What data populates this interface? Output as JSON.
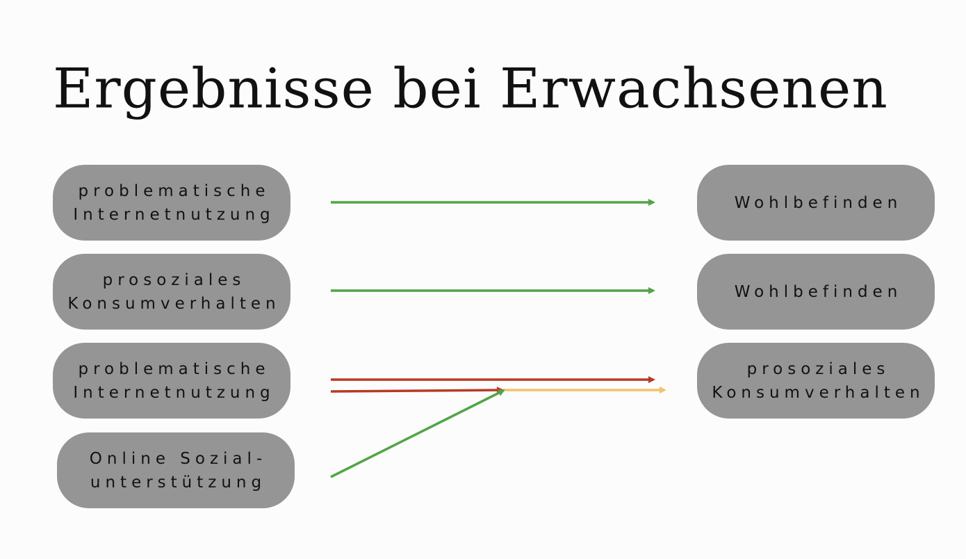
{
  "title": "Ergebnisse bei Erwachsenen",
  "colors": {
    "background": "#fcfcfc",
    "node_fill": "#959595",
    "text": "#121212",
    "arrow_positive": "#52a447",
    "arrow_negative": "#b83a26",
    "arrow_moderated": "#f2c46a"
  },
  "left_nodes": [
    {
      "line1": "problematische",
      "line2": "Internetnutzung"
    },
    {
      "line1": "prosoziales",
      "line2": "Konsumverhalten"
    },
    {
      "line1": "problematische",
      "line2": "Internetnutzung"
    },
    {
      "line1": "Online Sozial-",
      "line2": "unterstützung"
    }
  ],
  "right_nodes": [
    {
      "line1": "Wohlbefinden"
    },
    {
      "line1": "Wohlbefinden"
    },
    {
      "line1": "prosoziales",
      "line2": "Konsumverhalten"
    }
  ],
  "edges": [
    {
      "from": "left_nodes.0",
      "to": "right_nodes.0",
      "color": "arrow_positive"
    },
    {
      "from": "left_nodes.1",
      "to": "right_nodes.1",
      "color": "arrow_positive"
    },
    {
      "from": "left_nodes.2",
      "to": "right_nodes.2",
      "color": "arrow_negative"
    },
    {
      "from": "left_nodes.2",
      "to": "right_nodes.2",
      "color": "arrow_moderated",
      "note_color_segment": "arrow_negative"
    },
    {
      "from": "left_nodes.3",
      "to": "edges.3",
      "color": "arrow_positive"
    }
  ]
}
